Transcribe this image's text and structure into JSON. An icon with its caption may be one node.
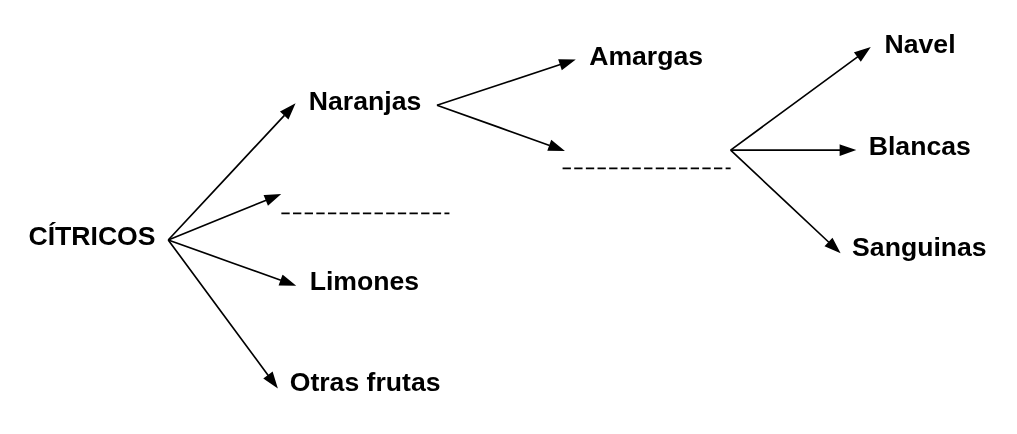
{
  "diagram": {
    "nodes": [
      {
        "text": [
          "CÍTRICOS"
        ]
      },
      {
        "text": [
          "Naranjas"
        ]
      },
      {
        "text": [
          "Amargas"
        ]
      },
      {
        "text": [],
        "shape": "line"
      },
      {
        "text": [
          "Navel"
        ]
      },
      {
        "text": [
          "Blancas"
        ]
      },
      {
        "text": [
          "Sanguinas"
        ]
      },
      {
        "text": [],
        "shape": "line"
      },
      {
        "text": [
          "Limones"
        ]
      },
      {
        "text": [
          "Otras frutas"
        ]
      }
    ],
    "edges": [
      {
        "from": 0,
        "to": 1,
        "arrow": "to"
      },
      {
        "from": 1,
        "to": 2,
        "arrow": "to"
      },
      {
        "from": 1,
        "to": 3,
        "arrow": "to"
      },
      {
        "from": 3,
        "to": 4,
        "arrow": "to"
      },
      {
        "from": 3,
        "to": 5,
        "arrow": "to"
      },
      {
        "from": 3,
        "to": 6,
        "arrow": "to"
      },
      {
        "from": 0,
        "to": 7,
        "arrow": "to"
      },
      {
        "from": 0,
        "to": 8,
        "arrow": "to"
      },
      {
        "from": 0,
        "to": 9,
        "arrow": "to"
      }
    ]
  }
}
